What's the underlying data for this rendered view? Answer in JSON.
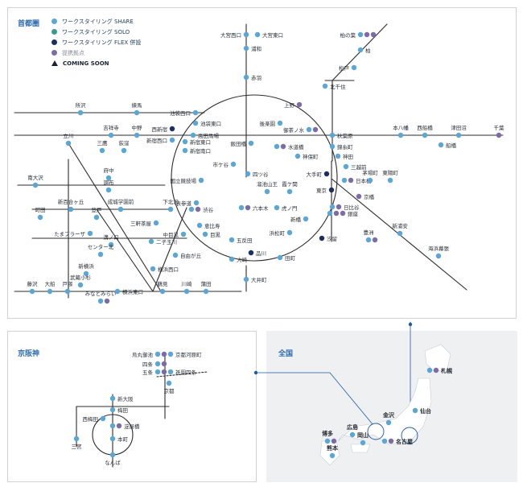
{
  "regions": {
    "shutoken": "首都圏",
    "keihanshin": "京阪神",
    "zenkoku": "全国"
  },
  "legend": {
    "share": "ワークスタイリング SHARE",
    "solo": "ワークスタイリング SOLO",
    "flex": "ワークスタイリング FLEX 併設",
    "partner": "提携拠点",
    "coming_soon": "COMING SOON"
  },
  "colors": {
    "share": "#5aa6d6",
    "solo": "#3a9a8c",
    "flex": "#1b2f5e",
    "partner": "#7d6aa6",
    "line": "#2b2b2b",
    "accent": "#1e5aa0"
  },
  "tokyo_stations": [
    {
      "name": "大宮西口",
      "types": [
        "share"
      ]
    },
    {
      "name": "大宮東口",
      "types": [
        "share"
      ]
    },
    {
      "name": "浦和",
      "types": [
        "share"
      ]
    },
    {
      "name": "柏の葉",
      "types": [
        "share",
        "partner",
        "partner"
      ]
    },
    {
      "name": "柏",
      "types": [
        "share"
      ]
    },
    {
      "name": "松戸",
      "types": [
        "share"
      ]
    },
    {
      "name": "赤羽",
      "types": [
        "share"
      ]
    },
    {
      "name": "北千住",
      "types": [
        "share"
      ]
    },
    {
      "name": "所沢",
      "types": [
        "share"
      ]
    },
    {
      "name": "練馬",
      "types": [
        "share"
      ]
    },
    {
      "name": "池袋西口",
      "types": [
        "share"
      ]
    },
    {
      "name": "池袋東口",
      "types": [
        "share"
      ]
    },
    {
      "name": "上野",
      "types": [
        "partner"
      ]
    },
    {
      "name": "高田馬場",
      "types": [
        "share"
      ]
    },
    {
      "name": "後楽園",
      "types": [
        "share"
      ]
    },
    {
      "name": "御茶ノ水",
      "types": [
        "share",
        "partner"
      ]
    },
    {
      "name": "秋葉原",
      "types": [
        "share"
      ]
    },
    {
      "name": "錦糸町",
      "types": [
        "share"
      ]
    },
    {
      "name": "本八幡",
      "types": [
        "share"
      ]
    },
    {
      "name": "西船橋",
      "types": [
        "share"
      ]
    },
    {
      "name": "津田沼",
      "types": [
        "share"
      ]
    },
    {
      "name": "千葉",
      "types": [
        "partner"
      ]
    },
    {
      "name": "船橋",
      "types": [
        "share"
      ]
    },
    {
      "name": "立川",
      "types": [
        "share"
      ]
    },
    {
      "name": "吉祥寺",
      "types": [
        "share"
      ]
    },
    {
      "name": "中野",
      "types": [
        "share"
      ]
    },
    {
      "name": "西新宿",
      "types": [
        "flex"
      ]
    },
    {
      "name": "新宿西口",
      "types": [
        "share"
      ]
    },
    {
      "name": "新宿東口",
      "types": [
        "share"
      ]
    },
    {
      "name": "新宿南口",
      "types": [
        "share"
      ]
    },
    {
      "name": "飯田橋",
      "types": [
        "share"
      ]
    },
    {
      "name": "水道橋",
      "types": [
        "share",
        "partner"
      ]
    },
    {
      "name": "神保町",
      "types": [
        "share"
      ]
    },
    {
      "name": "神田",
      "types": [
        "share"
      ]
    },
    {
      "name": "三越前",
      "types": [
        "share"
      ]
    },
    {
      "name": "三鷹",
      "types": [
        "share"
      ]
    },
    {
      "name": "荻窪",
      "types": [
        "share"
      ]
    },
    {
      "name": "市ケ谷",
      "types": [
        "share"
      ]
    },
    {
      "name": "四ツ谷",
      "types": [
        "share"
      ]
    },
    {
      "name": "大手町",
      "types": [
        "flex"
      ]
    },
    {
      "name": "日本橋",
      "types": [
        "share",
        "partner"
      ]
    },
    {
      "name": "茅場町",
      "types": [
        "share"
      ]
    },
    {
      "name": "東陽町",
      "types": [
        "share"
      ]
    },
    {
      "name": "府中",
      "types": [
        "share"
      ]
    },
    {
      "name": "調布",
      "types": [
        "share"
      ]
    },
    {
      "name": "国立競技場",
      "types": [
        "share"
      ]
    },
    {
      "name": "東京",
      "types": [
        "flex"
      ]
    },
    {
      "name": "京橋",
      "types": [
        "partner"
      ]
    },
    {
      "name": "南大沢",
      "types": [
        "share"
      ]
    },
    {
      "name": "溜池山王",
      "types": [
        "share"
      ]
    },
    {
      "name": "霞ケ関",
      "types": [
        "share"
      ]
    },
    {
      "name": "表参道",
      "types": [
        "share"
      ]
    },
    {
      "name": "六本木",
      "types": [
        "share",
        "partner"
      ]
    },
    {
      "name": "虎ノ門",
      "types": [
        "share"
      ]
    },
    {
      "name": "日比谷",
      "types": [
        "share",
        "partner"
      ]
    },
    {
      "name": "新百合ヶ丘",
      "types": [
        "share"
      ]
    },
    {
      "name": "成城学園前",
      "types": [
        "share"
      ]
    },
    {
      "name": "下北沢",
      "types": [
        "share"
      ]
    },
    {
      "name": "渋谷",
      "types": [
        "share",
        "partner"
      ]
    },
    {
      "name": "銀座",
      "types": [
        "share",
        "partner",
        "partner"
      ]
    },
    {
      "name": "新橋",
      "types": [
        "share"
      ]
    },
    {
      "name": "登戸",
      "types": [
        "share"
      ]
    },
    {
      "name": "三軒茶屋",
      "types": [
        "share"
      ]
    },
    {
      "name": "恵比寿",
      "types": [
        "share"
      ]
    },
    {
      "name": "中目黒",
      "types": [
        "share"
      ]
    },
    {
      "name": "目黒",
      "types": [
        "share"
      ]
    },
    {
      "name": "浜松町",
      "types": [
        "share"
      ]
    },
    {
      "name": "新浦安",
      "types": [
        "share"
      ]
    },
    {
      "name": "町田",
      "types": [
        "share"
      ]
    },
    {
      "name": "たまプラーザ",
      "types": [
        "share"
      ]
    },
    {
      "name": "溝ノ口",
      "types": [
        "share"
      ]
    },
    {
      "name": "二子玉川",
      "types": [
        "share"
      ]
    },
    {
      "name": "五反田",
      "types": [
        "share"
      ]
    },
    {
      "name": "品川",
      "types": [
        "flex"
      ]
    },
    {
      "name": "汐留",
      "types": [
        "flex"
      ]
    },
    {
      "name": "豊洲",
      "types": [
        "share",
        "partner"
      ]
    },
    {
      "name": "センター北",
      "types": [
        "share"
      ]
    },
    {
      "name": "自由が丘",
      "types": [
        "share"
      ]
    },
    {
      "name": "大崎",
      "types": [
        "share"
      ]
    },
    {
      "name": "田町",
      "types": [
        "share"
      ]
    },
    {
      "name": "海浜幕張",
      "types": [
        "share"
      ]
    },
    {
      "name": "新横浜",
      "types": [
        "share"
      ]
    },
    {
      "name": "武蔵小杉",
      "types": [
        "share"
      ]
    },
    {
      "name": "横浜西口",
      "types": [
        "share"
      ]
    },
    {
      "name": "大井町",
      "types": [
        "share"
      ]
    },
    {
      "name": "藤沢",
      "types": [
        "share"
      ]
    },
    {
      "name": "大船",
      "types": [
        "share"
      ]
    },
    {
      "name": "戸塚",
      "types": [
        "share"
      ]
    },
    {
      "name": "横浜東口",
      "types": [
        "share"
      ]
    },
    {
      "name": "鶴見",
      "types": [
        "share"
      ]
    },
    {
      "name": "川崎",
      "types": [
        "share"
      ]
    },
    {
      "name": "蒲田",
      "types": [
        "share"
      ]
    },
    {
      "name": "みなとみらい",
      "types": [
        "share",
        "partner"
      ]
    }
  ],
  "kansai_stations": [
    {
      "name": "烏丸御池",
      "types": [
        "share",
        "partner"
      ]
    },
    {
      "name": "京都河原町",
      "types": [
        "share"
      ]
    },
    {
      "name": "四条",
      "types": [
        "share",
        "partner"
      ]
    },
    {
      "name": "祇園四条",
      "types": [
        "share"
      ]
    },
    {
      "name": "五条",
      "types": [
        "share",
        "partner"
      ]
    },
    {
      "name": "京都",
      "types": [
        "share"
      ]
    },
    {
      "name": "新大阪",
      "types": [
        "share"
      ]
    },
    {
      "name": "梅田",
      "types": [
        "share"
      ]
    },
    {
      "name": "西梅田",
      "types": [
        "share"
      ]
    },
    {
      "name": "淀屋橋",
      "types": [
        "share",
        "partner"
      ]
    },
    {
      "name": "本町",
      "types": [
        "share"
      ]
    },
    {
      "name": "三宮",
      "types": [
        "share"
      ]
    },
    {
      "name": "なんば",
      "types": [
        "share"
      ]
    }
  ],
  "japan_cities": [
    {
      "name": "札幌",
      "types": [
        "share",
        "partner"
      ]
    },
    {
      "name": "仙台",
      "types": [
        "share"
      ]
    },
    {
      "name": "金沢",
      "types": [
        "share"
      ]
    },
    {
      "name": "広島",
      "types": [
        "share"
      ]
    },
    {
      "name": "岡山",
      "types": [
        "share"
      ]
    },
    {
      "name": "名古屋",
      "types": [
        "share",
        "partner"
      ]
    },
    {
      "name": "博多",
      "types": [
        "share",
        "partner"
      ]
    },
    {
      "name": "熊本",
      "types": [
        "share"
      ]
    }
  ]
}
